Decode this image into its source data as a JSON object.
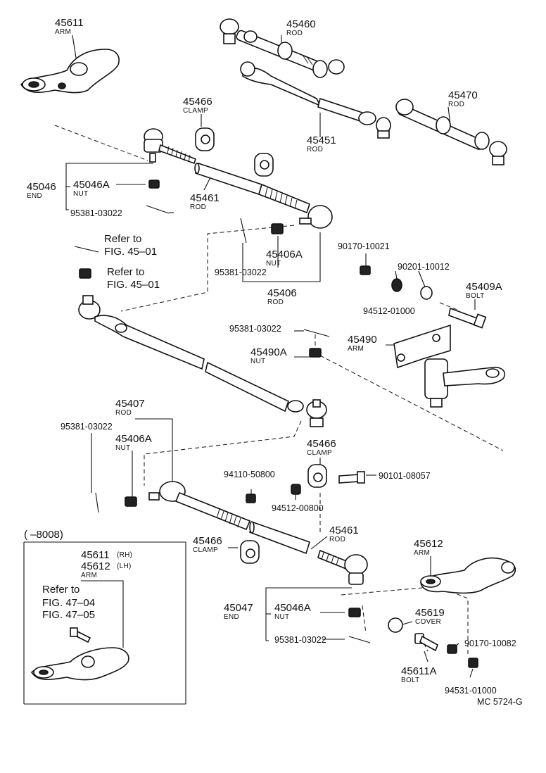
{
  "labels": {
    "p45611": {
      "num": "45611",
      "name": "ARM"
    },
    "p45460": {
      "num": "45460",
      "name": "ROD"
    },
    "p45466a": {
      "num": "45466",
      "name": "CLAMP"
    },
    "p45470": {
      "num": "45470",
      "name": "ROD"
    },
    "p45451": {
      "num": "45451",
      "name": "ROD"
    },
    "p45046": {
      "num": "45046",
      "name": "END"
    },
    "p45046a": {
      "num": "45046A",
      "name": "NUT"
    },
    "p45461a": {
      "num": "45461",
      "name": "ROD"
    },
    "p95381a": {
      "num": "95381-03022"
    },
    "p90170a": {
      "num": "90170-10021"
    },
    "p90201": {
      "num": "90201-10012"
    },
    "p45406a": {
      "num": "45406A",
      "name": "NUT"
    },
    "p95381b": {
      "num": "95381-03022"
    },
    "p45406": {
      "num": "45406",
      "name": "ROD"
    },
    "p45409a": {
      "num": "45409A",
      "name": "BOLT"
    },
    "p94512a": {
      "num": "94512-01000"
    },
    "p95381c": {
      "num": "95381-03022"
    },
    "p45490": {
      "num": "45490",
      "name": "ARM"
    },
    "p45490a": {
      "num": "45490A",
      "name": "NUT"
    },
    "p45407": {
      "num": "45407",
      "name": "ROD"
    },
    "p95381d": {
      "num": "95381-03022"
    },
    "p45406a2": {
      "num": "45406A",
      "name": "NUT"
    },
    "p45466b": {
      "num": "45466",
      "name": "CLAMP"
    },
    "p94110": {
      "num": "94110-50800"
    },
    "p90101": {
      "num": "90101-08057"
    },
    "p94512b": {
      "num": "94512-00800"
    },
    "p45461b": {
      "num": "45461",
      "name": "ROD"
    },
    "p45466c": {
      "num": "45466",
      "name": "CLAMP"
    },
    "p45612": {
      "num": "45612",
      "name": "ARM"
    },
    "p45047": {
      "num": "45047",
      "name": "END"
    },
    "p45046a2": {
      "num": "45046A",
      "name": "NUT"
    },
    "p45619": {
      "num": "45619",
      "name": "COVER"
    },
    "p95381e": {
      "num": "95381-03022"
    },
    "p90170b": {
      "num": "90170-10082"
    },
    "p45611a": {
      "num": "45611A",
      "name": "BOLT"
    },
    "p94531": {
      "num": "94531-01000"
    }
  },
  "refs": {
    "ref1_line1": "Refer to",
    "ref1_line2": "FIG. 45–01",
    "ref2_line1": "Refer to",
    "ref2_line2": "FIG. 45–01"
  },
  "inset": {
    "period": "(     –8008)",
    "num1": "45611",
    "suffix1": "(RH)",
    "num2": "45612",
    "suffix2": "(LH)",
    "name": "ARM",
    "ref_line1": "Refer to",
    "ref_line2": "FIG. 47–04",
    "ref_line3": "FIG. 47–05"
  },
  "footer": {
    "code": "MC 5724-G"
  }
}
